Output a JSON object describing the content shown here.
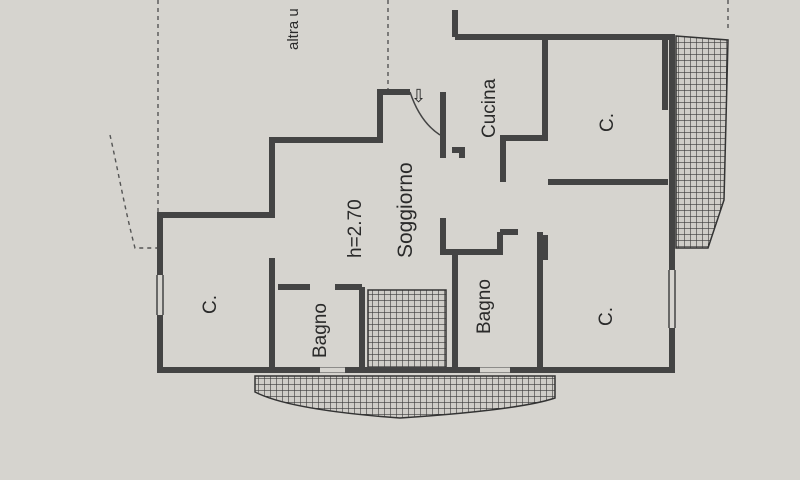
{
  "plan": {
    "neighbor_label": "altra u",
    "rooms": {
      "cucina": "Cucina",
      "soggiorno": "Soggiorno",
      "height": "h=2.70",
      "camera_top_right": "C.",
      "camera_left": "C.",
      "camera_bottom_right": "C.",
      "bagno_left": "Bagno",
      "bagno_right": "Bagno"
    },
    "entrance_arrow": "⇩"
  },
  "colors": {
    "paper": "#d6d4cf",
    "wall": "#444444",
    "hatch": "#3a3a3a"
  }
}
